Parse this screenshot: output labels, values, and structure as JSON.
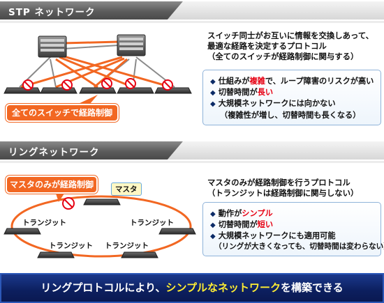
{
  "stp": {
    "header": "STP ネットワーク",
    "desc": [
      "スイッチ同士がお互いに情報を交換しあって、",
      "最適な経路を決定するプロトコル",
      "（全てのスイッチが経路制御に関与する）"
    ],
    "points": [
      {
        "pre": "仕組みが",
        "hl": "複雑",
        "post": "で、ループ障害のリスクが高い"
      },
      {
        "pre": "切替時間が",
        "hl": "長い",
        "post": ""
      },
      {
        "pre": "大規模ネットワークには向かない",
        "hl": "",
        "post": ""
      }
    ],
    "note": "（複雑性が増し、切替時間も長くなる）",
    "callout": "全てのスイッチで経路制御"
  },
  "ring": {
    "header": "リングネットワーク",
    "desc": [
      "マスタのみが経路制御を行うプロトコル",
      "（トランジットは経路制御に関与しない）"
    ],
    "points": [
      {
        "pre": "動作が",
        "hl": "シンプル",
        "post": ""
      },
      {
        "pre": "切替時間が",
        "hl": "短い",
        "post": ""
      },
      {
        "pre": "大規模ネットワークにも適用可能",
        "hl": "",
        "post": ""
      }
    ],
    "note": "（リングが大きくなっても、切替時間は変わらない）",
    "callout": "マスタのみが経路制御",
    "master_label": "マスタ",
    "transit_labels": [
      "トランジット",
      "トランジット",
      "トランジット",
      "トランジット"
    ]
  },
  "banner": {
    "pre": "リングプロトコルにより、",
    "hl": "シンプルなネットワーク",
    "post": "を構築できる"
  },
  "colors": {
    "accent": "#f26722",
    "highlight": "#e60012",
    "banner": "#0c1f5e",
    "banner_text_hl": "#ffee33"
  },
  "icons": {
    "bullet": "diamond-bullet-icon",
    "block": "no-entry-icon",
    "device": "network-switch-icon"
  }
}
